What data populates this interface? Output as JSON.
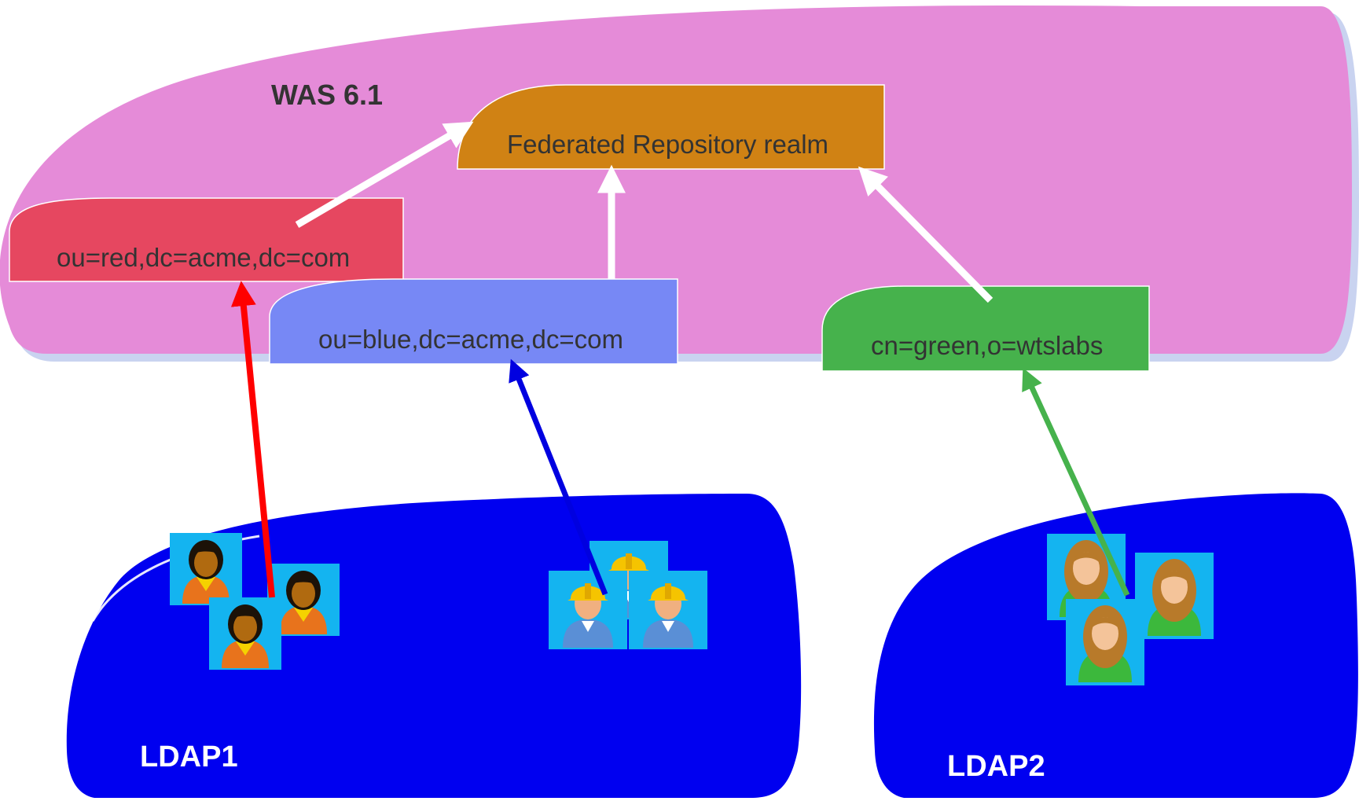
{
  "colors": {
    "was_region": "#e58bd8",
    "federated_box": "#d08214",
    "red_box": "#e64760",
    "blue_box": "#7788f5",
    "green_box": "#46b24c",
    "ldap_region": "#0000f0",
    "icon_bg": "#14b4f0",
    "arrow_white": "#ffffff",
    "arrow_red": "#ff0000",
    "arrow_blue": "#0000e0",
    "arrow_green": "#46b24c"
  },
  "was": {
    "title": "WAS 6.1"
  },
  "federated": {
    "label": "Federated Repository realm"
  },
  "repos": {
    "red": {
      "label": "ou=red,dc=acme,dc=com"
    },
    "blue": {
      "label": "ou=blue,dc=acme,dc=com"
    },
    "green": {
      "label": "cn=green,o=wtslabs"
    }
  },
  "ldap1": {
    "title": "LDAP1"
  },
  "ldap2": {
    "title": "LDAP2"
  },
  "icons": {
    "red_group": "woman-user-icon",
    "blue_group": "worker-hardhat-user-icon",
    "green_group": "woman-green-user-icon"
  }
}
